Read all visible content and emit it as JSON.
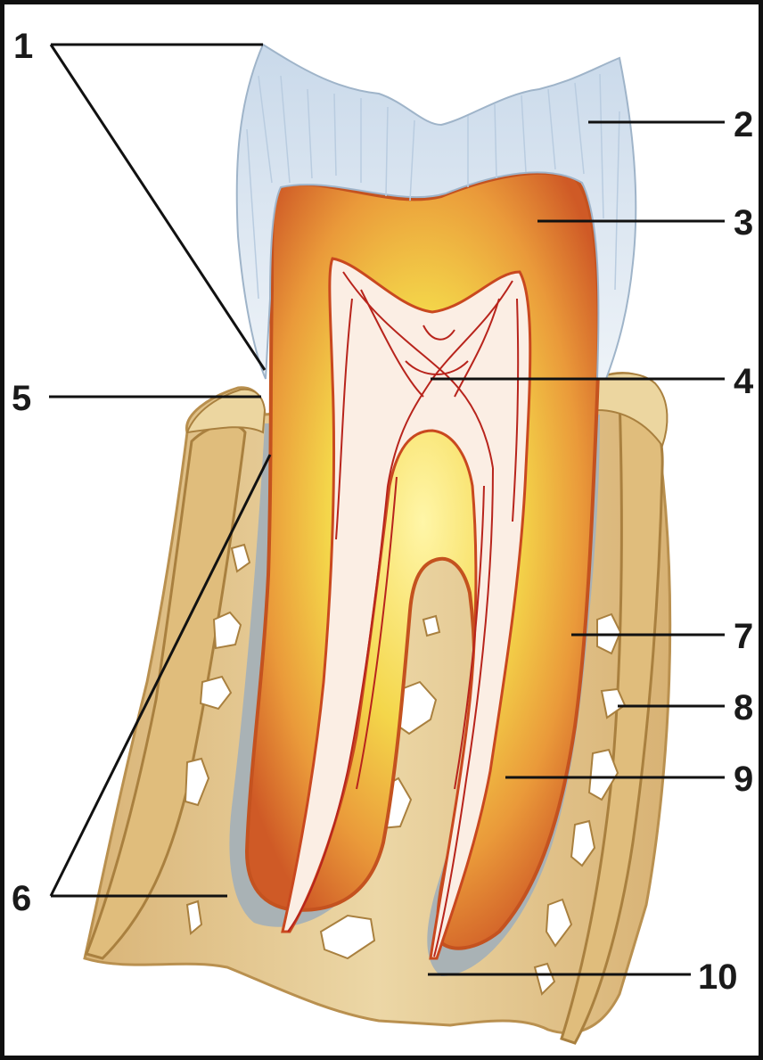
{
  "labels": {
    "l1": "1",
    "l2": "2",
    "l3": "3",
    "l4": "4",
    "l5": "5",
    "l6": "6",
    "l7": "7",
    "l8": "8",
    "l9": "9",
    "l10": "10"
  },
  "colors": {
    "enamel": "#e4edf5",
    "dentin": "#d4652a",
    "dentin_inner": "#f2d64a",
    "pulp": "#fbeee4",
    "vessels": "#b8241c",
    "cementum": "#9aa3a6",
    "bone": "#e2c48a",
    "bone_dark": "#c9a266",
    "gum": "#ead7a8"
  }
}
